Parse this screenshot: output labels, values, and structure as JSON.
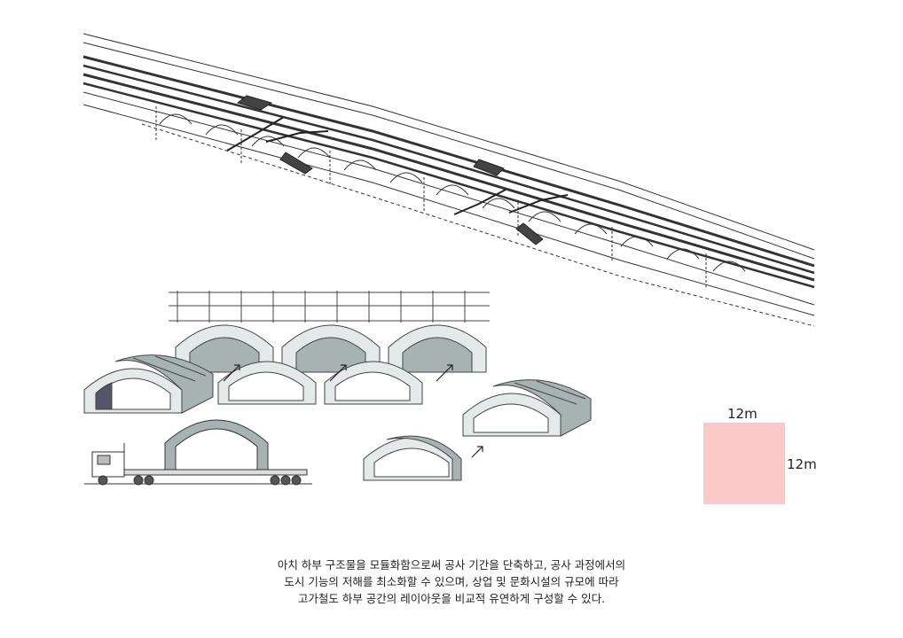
{
  "dimensions": {
    "width_label": "12m",
    "height_label": "12m",
    "square_color": "#f9c9c9"
  },
  "caption": {
    "line1": "아치 하부 구조물을 모듈화함으로써 공사 기간을 단축하고, 공사 과정에서의",
    "line2": "도시 기능의 저해를 최소화할 수 있으며, 상업 및 문화시설의 규모에 따라",
    "line3": "고가철도 하부 공간의 레이아웃을 비교적 유연하게 구성할 수 있다."
  },
  "colors": {
    "arch_shade": "#a7b3b3",
    "arch_light": "#e4eaea",
    "line": "#333333"
  },
  "icons": {
    "viaduct": "elevated-railway-viaduct-drawing",
    "modules": "arch-module-assembly-drawing",
    "truck": "transport-truck-drawing"
  }
}
